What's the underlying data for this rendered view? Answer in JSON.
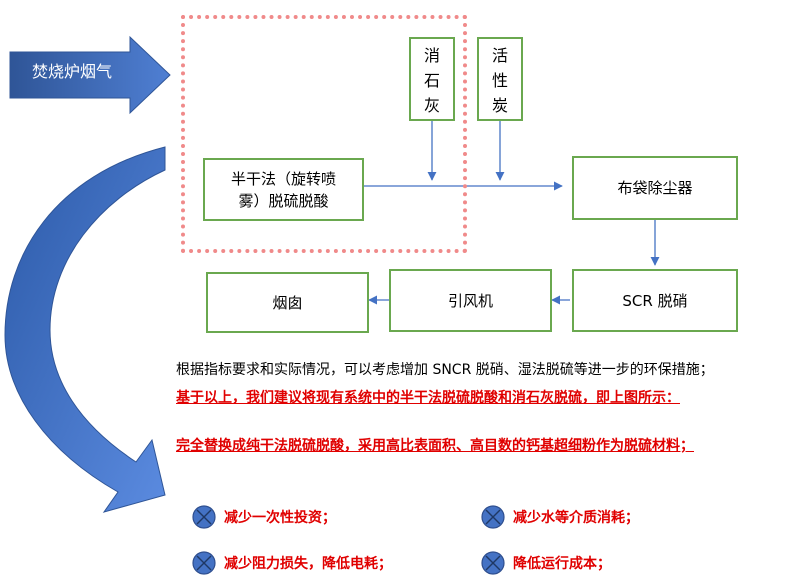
{
  "feed": {
    "label": "焚烧炉烟气"
  },
  "boxes": {
    "semi_dry": "半干法（旋转喷雾）脱硫脱酸",
    "lime": [
      "消",
      "石",
      "灰"
    ],
    "carbon": [
      "活",
      "性",
      "炭"
    ],
    "bag_filter": "布袋除尘器",
    "scr": "SCR 脱硝",
    "fan": "引风机",
    "chimney": "烟囱"
  },
  "text": {
    "line1": "根据指标要求和实际情况，可以考虑增加 SNCR 脱硝、湿法脱硫等进一步的环保措施；",
    "line2": "基于以上，我们建议将现有系统中的半干法脱硫脱酸和消石灰脱硫，即上图所示：",
    "line3": "完全替换成纯干法脱硫脱酸，采用高比表面积、高目数的钙基超细粉作为脱硫材料；"
  },
  "benefits": [
    "减少一次性投资；",
    "减少水等介质消耗；",
    "减少阻力损失，降低电耗；",
    "降低运行成本；"
  ],
  "colors": {
    "box_border": "#6aa84f",
    "arrow_blue": "#4472c4",
    "dashed_red": "#f08a8a",
    "highlight_red": "#e00000"
  }
}
